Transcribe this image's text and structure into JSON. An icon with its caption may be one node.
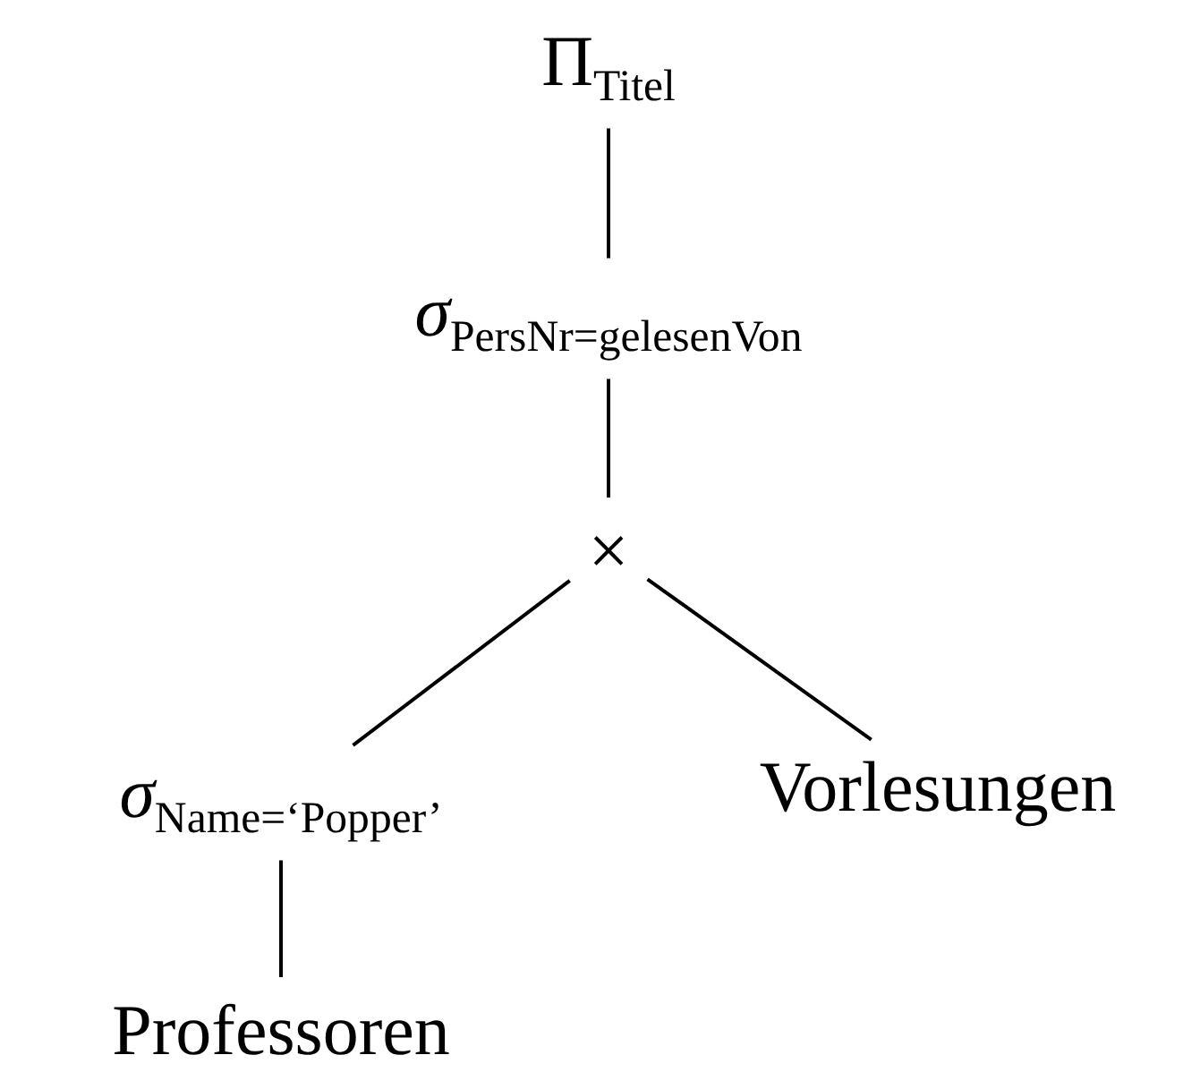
{
  "diagram": {
    "nodes": [
      {
        "text": [
          "Π$_{Titel}$"
        ]
      },
      {
        "text": [
          "*σ*$_{PersNr=gelesenVon}$"
        ]
      },
      {
        "text": [
          "×"
        ]
      },
      {
        "text": [
          "*σ*$_{Name=‘Popper’}$"
        ]
      },
      {
        "text": [
          "Vorlesungen"
        ]
      },
      {
        "text": [
          "Professoren"
        ]
      }
    ],
    "edges": [
      {
        "from": 0,
        "to": 1,
        "arrow": "none"
      },
      {
        "from": 1,
        "to": 2,
        "arrow": "none"
      },
      {
        "from": 2,
        "to": 3,
        "arrow": "none"
      },
      {
        "from": 2,
        "to": 4,
        "arrow": "none"
      },
      {
        "from": 3,
        "to": 5,
        "arrow": "none"
      }
    ]
  }
}
